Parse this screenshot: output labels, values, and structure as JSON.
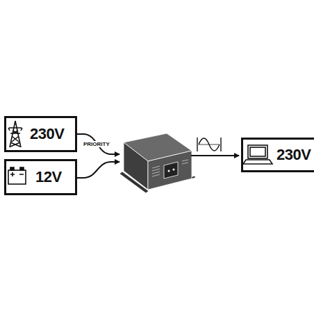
{
  "diagram": {
    "nodes": [
      {
        "text": [
          "230V"
        ]
      },
      {
        "text": [
          "12V"
        ]
      },
      {
        "text": [
          "230V"
        ]
      }
    ],
    "labels": [
      "PRIORITY"
    ]
  }
}
